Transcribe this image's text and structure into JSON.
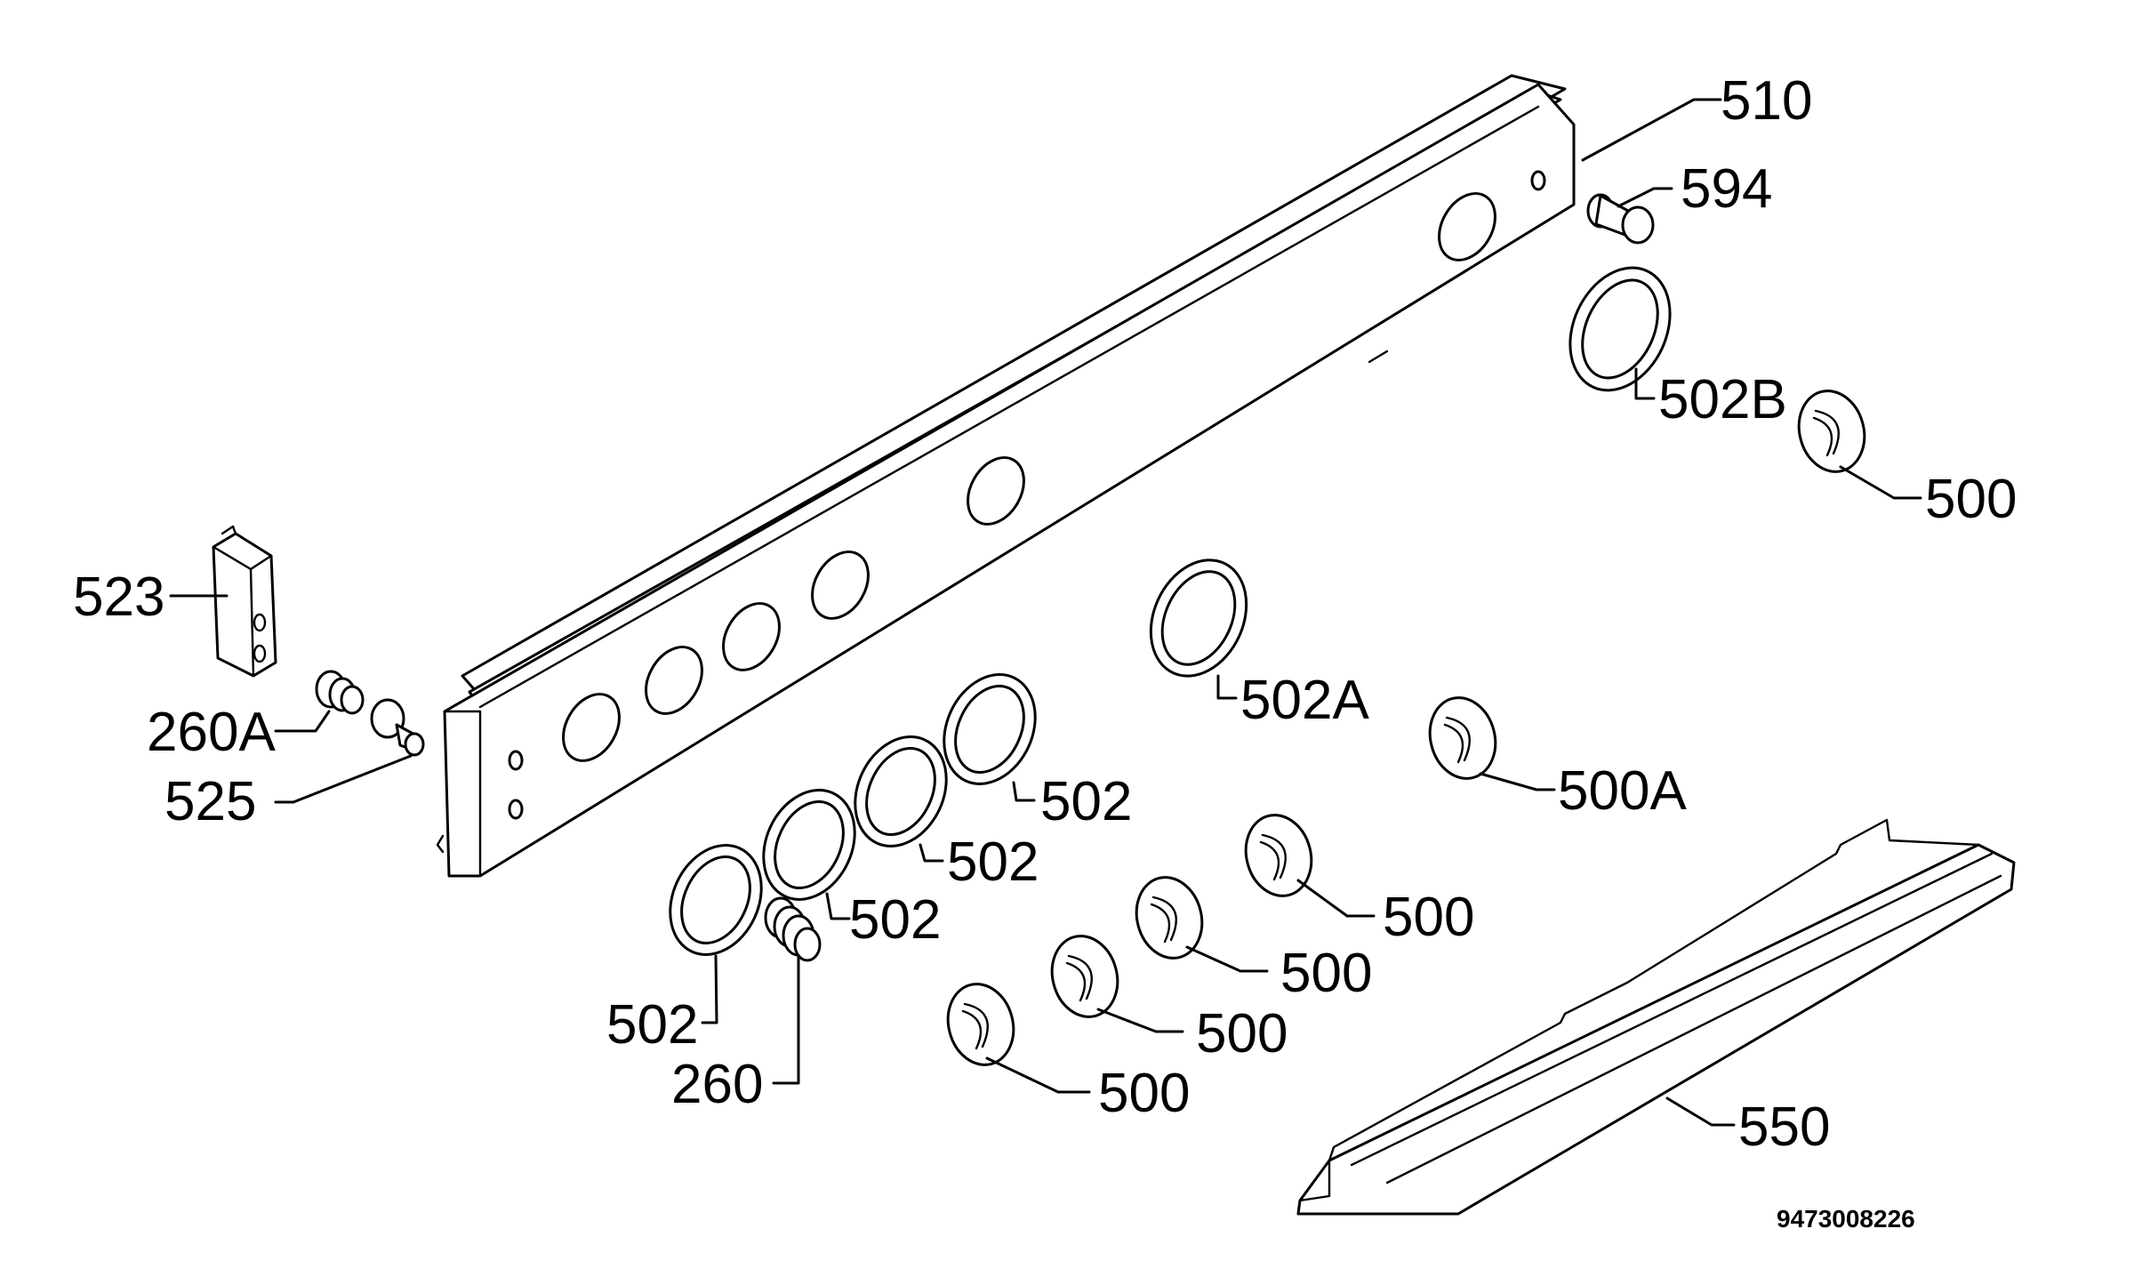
{
  "diagram": {
    "document_number": "9473008226",
    "labels": {
      "p510": "510",
      "p594": "594",
      "p502B": "502B",
      "p500_r": "500",
      "p523": "523",
      "p260A": "260A",
      "p525": "525",
      "p502A": "502A",
      "p500A": "500A",
      "p502_1": "502",
      "p502_2": "502",
      "p502_3": "502",
      "p502_4": "502",
      "p260": "260",
      "p500_1": "500",
      "p500_2": "500",
      "p500_3": "500",
      "p500_4": "500",
      "p550": "550"
    }
  }
}
